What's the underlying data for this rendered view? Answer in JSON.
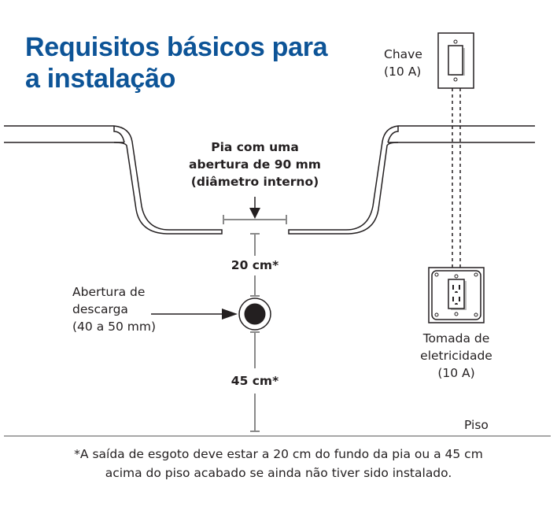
{
  "title": {
    "line1": "Requisitos básicos para",
    "line2": "a instalação",
    "color": "#0d5497"
  },
  "labels": {
    "switch": {
      "line1": "Chave",
      "line2": "(10 A)"
    },
    "sink_opening": {
      "line1": "Pia com uma",
      "line2": "abertura de 90 mm",
      "line3": "(diâmetro interno)"
    },
    "drain_opening": {
      "line1": "Abertura de",
      "line2": "descarga",
      "line3": "(40 a 50 mm)"
    },
    "outlet": {
      "line1": "Tomada de",
      "line2": "eletricidade",
      "line3": "(10 A)"
    },
    "floor": "Piso"
  },
  "dimensions": {
    "sink_to_drain": "20 cm*",
    "drain_to_floor": "45 cm*"
  },
  "footnote": {
    "line1": "*A saída de esgoto deve estar a 20 cm do fundo da pia ou a 45 cm",
    "line2": "acima do piso acabado se ainda não tiver sido instalado."
  },
  "icons": [
    "switch-plate-icon",
    "electrical-outlet-icon",
    "drain-hole-icon",
    "arrow-down-icon",
    "arrow-right-icon"
  ],
  "colors": {
    "line": "#231f20",
    "dimension": "#8a8a8a"
  }
}
